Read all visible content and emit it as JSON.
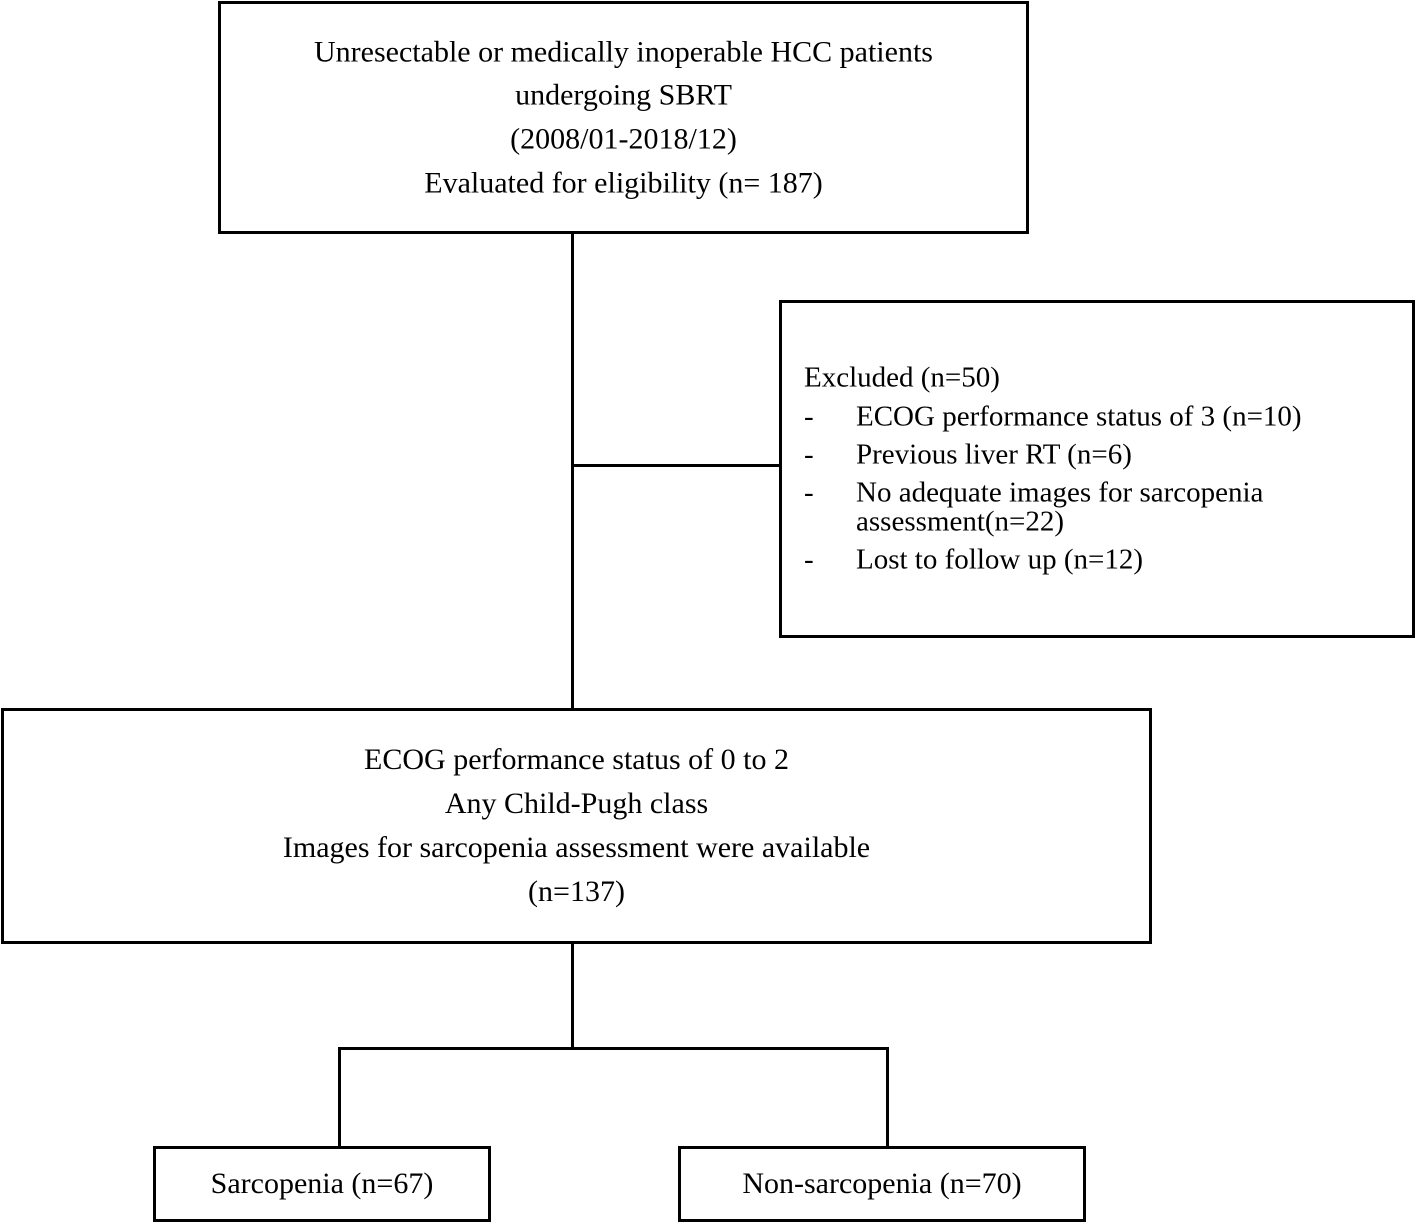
{
  "diagram": {
    "type": "study-flow-chart",
    "title": "HCC SBRT sarcopenia study patient flow",
    "stroke_color": "#000000",
    "background_color": "#ffffff",
    "nodes": {
      "eligibility": {
        "name": "eligibility-box",
        "lines": [
          "Unresectable or medically inoperable HCC patients",
          "undergoing SBRT",
          "(2008/01-2018/12)",
          "Evaluated for eligibility (n= 187)"
        ],
        "n": 187
      },
      "excluded": {
        "name": "excluded-box",
        "heading": "Excluded (n=50)",
        "n": 50,
        "dash": "-",
        "items": [
          {
            "text": "ECOG performance status of 3 (n=10)",
            "n": 10,
            "wrap": ""
          },
          {
            "text": "Previous liver RT (n=6)",
            "n": 6,
            "wrap": ""
          },
          {
            "text": "No adequate images for sarcopenia",
            "n": 22,
            "wrap": "assessment(n=22)"
          },
          {
            "text": "Lost to follow up (n=12)",
            "n": 12,
            "wrap": ""
          }
        ]
      },
      "cohort": {
        "name": "included-cohort-box",
        "lines": [
          "ECOG performance status of 0 to 2",
          "Any Child-Pugh class",
          "Images for sarcopenia assessment were available",
          "(n=137)"
        ],
        "n": 137
      },
      "sarcopenia": {
        "name": "sarcopenia-group-box",
        "label": "Sarcopenia (n=67)",
        "n": 67
      },
      "non_sarcopenia": {
        "name": "non-sarcopenia-group-box",
        "label": "Non-sarcopenia (n=70)",
        "n": 70
      }
    }
  }
}
